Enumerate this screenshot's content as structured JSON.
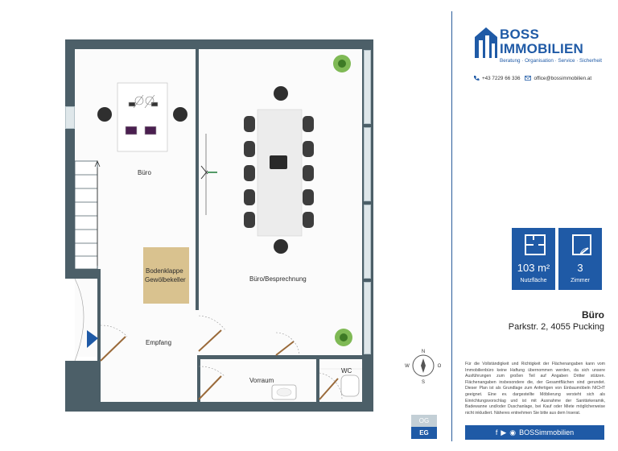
{
  "floorplan": {
    "rooms": {
      "buero": "Büro",
      "besprechung": "Büro/Besprechnung",
      "empfang": "Empfang",
      "vorraum": "Vorraum",
      "wc": "WC",
      "bodenklappe_line1": "Bodenklappe",
      "bodenklappe_line2": "Gewölbekeller"
    },
    "compass": {
      "n": "N",
      "o": "O",
      "s": "S",
      "w": "W"
    },
    "floors": {
      "upper": "OG",
      "ground": "EG",
      "active": "EG"
    }
  },
  "brand": {
    "name_line1": "BOSS",
    "name_line2": "IMMOBILIEN",
    "tagline": "Beratung · Organisation · Service · Sicherheit",
    "color": "#1f5aa6"
  },
  "contact": {
    "phone": "+43 7229 66 336",
    "email": "office@bossimmobilien.at",
    "phone_icon": "phone-icon",
    "email_icon": "email-icon"
  },
  "stats": {
    "area_value": "103 m²",
    "area_label": "Nutzfläche",
    "rooms_value": "3",
    "rooms_label": "Zimmer"
  },
  "property": {
    "title": "Büro",
    "address": "Parkstr. 2, 4055 Pucking"
  },
  "disclaimer": "Für die Vollständigkeit und Richtigkeit der Flächenangaben kann vom Immobilienbüro keine Haftung übernommen werden, da sich unsere Ausführungen zum großen Teil auf Angaben Dritter stützen. Flächenangaben insbesondere die, der Gesamtflächen sind gerundet. Dieser Plan ist als Grundlage zum Anfertigen von Einbaumöbeln NICHT geeignet. Eine ev. dargestellte Möblierung versteht sich als Einrichtungsvorschlag und ist mit Ausnahme der Sanitärkeramik, Badewanne und/oder Duschanlage, bei Kauf oder Miete möglicherweise nicht inkludiert. Näheres entnehmen Sie bitte aus dem Inserat.",
  "social": {
    "handle": "BOSSimmobilien",
    "icons": [
      "facebook-icon",
      "youtube-icon",
      "instagram-icon"
    ]
  }
}
